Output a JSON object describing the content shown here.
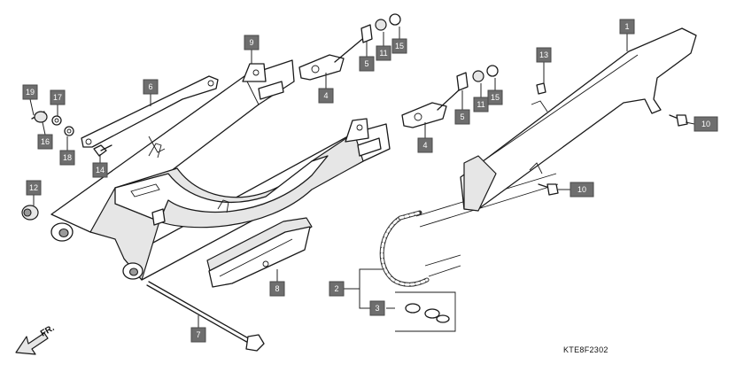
{
  "diagram": {
    "code": "KTE8F2302",
    "front_label": "FR.",
    "callouts": [
      {
        "id": "1",
        "label": "1"
      },
      {
        "id": "2",
        "label": "2"
      },
      {
        "id": "3",
        "label": "3"
      },
      {
        "id": "4a",
        "label": "4"
      },
      {
        "id": "4b",
        "label": "4"
      },
      {
        "id": "5a",
        "label": "5"
      },
      {
        "id": "5b",
        "label": "5"
      },
      {
        "id": "6",
        "label": "6"
      },
      {
        "id": "7",
        "label": "7"
      },
      {
        "id": "8",
        "label": "8"
      },
      {
        "id": "9",
        "label": "9"
      },
      {
        "id": "10a",
        "label": "10"
      },
      {
        "id": "10b",
        "label": "10"
      },
      {
        "id": "11a",
        "label": "11"
      },
      {
        "id": "11b",
        "label": "11"
      },
      {
        "id": "12",
        "label": "12"
      },
      {
        "id": "13",
        "label": "13"
      },
      {
        "id": "14",
        "label": "14"
      },
      {
        "id": "15a",
        "label": "15"
      },
      {
        "id": "15b",
        "label": "15"
      },
      {
        "id": "16",
        "label": "16"
      },
      {
        "id": "17",
        "label": "17"
      },
      {
        "id": "18",
        "label": "18"
      },
      {
        "id": "19",
        "label": "19"
      }
    ]
  }
}
